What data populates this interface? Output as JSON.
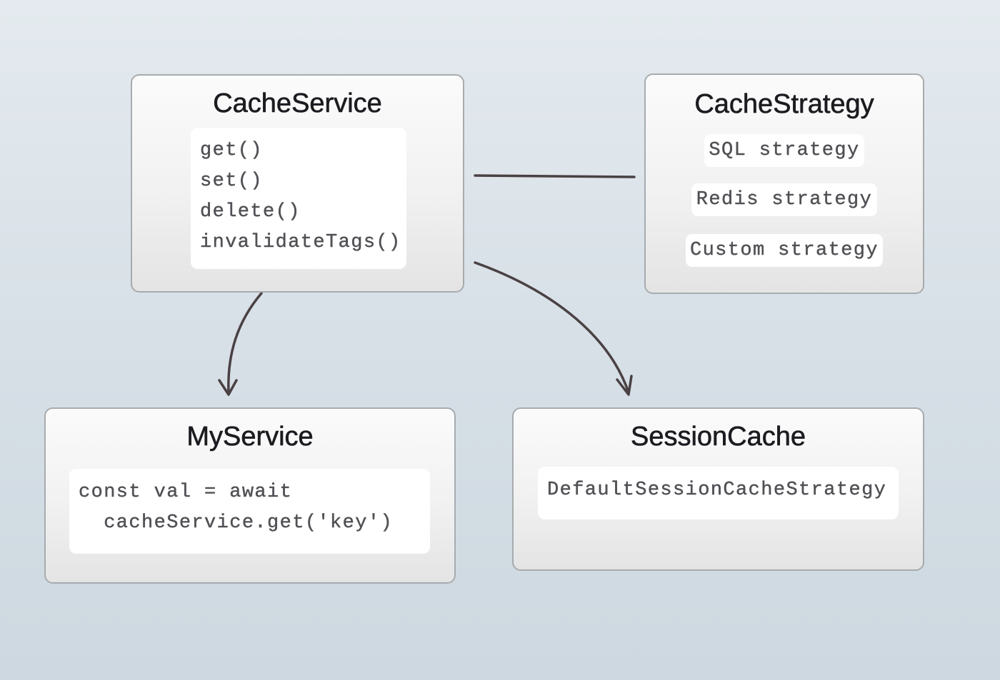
{
  "cache_service": {
    "title": "CacheService",
    "methods": [
      "get()",
      "set()",
      "delete()",
      "invalidateTags()"
    ]
  },
  "cache_strategy": {
    "title": "CacheStrategy",
    "strategies": [
      "SQL strategy",
      "Redis strategy",
      "Custom strategy"
    ]
  },
  "my_service": {
    "title": "MyService",
    "code_lines": [
      "const val = await",
      "  cacheService.get('key')"
    ]
  },
  "session_cache": {
    "title": "SessionCache",
    "strategy": "DefaultSessionCacheStrategy"
  },
  "colors": {
    "connector": "#4a4144",
    "box_border": "#a7abae",
    "title_text": "#1b1b20",
    "code_text": "#505055"
  }
}
